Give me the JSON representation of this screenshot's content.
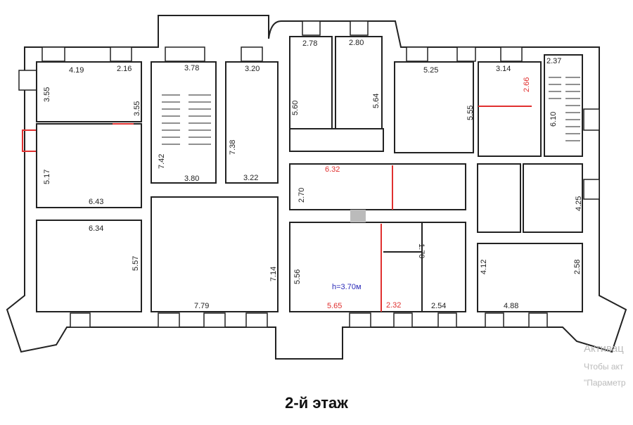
{
  "plan": {
    "floor_title": "2-й этаж",
    "ceiling_height": "h=3.70м",
    "dimensions": {
      "r1_top_a": "4.19",
      "r1_top_b": "2.16",
      "r1_left": "3.55",
      "r1_right": "3.55",
      "r2_left": "5.17",
      "r2_bottom": "6.43",
      "stair1_top": "3.78",
      "stair1_side": "7.42",
      "stair1_bottom": "3.80",
      "r3_top": "3.20",
      "r3_side": "7.38",
      "r3_bottom": "3.22",
      "r4_top": "2.78",
      "r4_side": "5.60",
      "r5_top": "2.80",
      "r5_side": "5.64",
      "r6_top": "5.25",
      "r6_side": "5.55",
      "r7_top": "3.14",
      "r7_side_red": "2.66",
      "stair2_top": "2.37",
      "stair2_side": "6.10",
      "r8_top_red": "6.32",
      "r8_side": "2.70",
      "r9_side": "4.25",
      "r10_side": "5.56",
      "r10_bottom_red": "5.65",
      "r10b_bottom_red": "2.32",
      "r10c_side": "1.70",
      "r10d_bottom": "2.54",
      "r11_left": "4.12",
      "r11_right": "2.58",
      "r11_bottom": "4.88",
      "r12_top": "6.34",
      "r12_side": "5.57",
      "r13_side": "7.14",
      "r13_bottom": "7.79"
    }
  },
  "watermark": {
    "line1": "Активац",
    "line2": "Чтобы акт",
    "line3": "\"Параметр"
  }
}
